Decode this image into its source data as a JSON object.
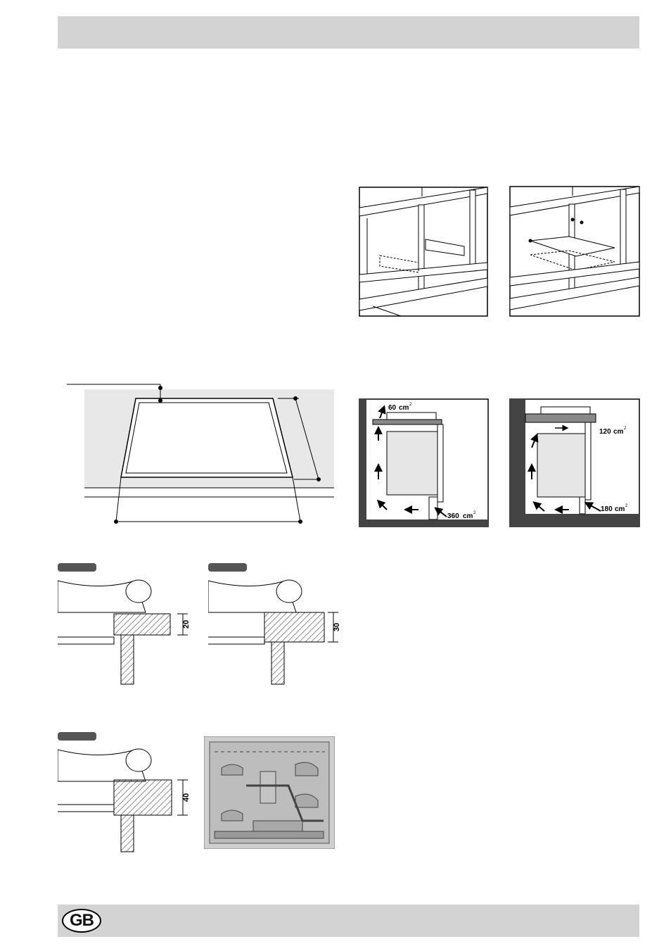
{
  "footer": {
    "badge": "GB"
  },
  "ventilation": {
    "left": {
      "top_opening": "60",
      "bottom_opening": "360",
      "unit": "cm"
    },
    "right": {
      "top_opening": "120",
      "bottom_opening": "180",
      "unit": "cm"
    }
  },
  "sections": {
    "thin_top": "20",
    "medium_top": "30",
    "thick_top": "40"
  },
  "colors": {
    "bar": "#d3d3d3",
    "cutout_fill": "#e8e8e8",
    "line": "#000000"
  }
}
